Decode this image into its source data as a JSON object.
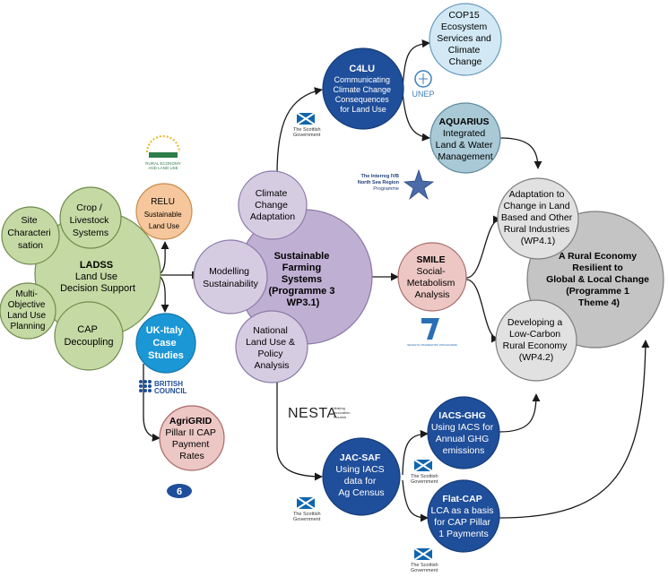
{
  "colors": {
    "green": "#c5d9a4",
    "green_stroke": "#6f8a4c",
    "purple_light": "#d6cce2",
    "purple_main": "#bfb0d3",
    "purple_stroke": "#8a79a6",
    "navy": "#1f4e9a",
    "navy_stroke": "#173d78",
    "sky": "#1b97d6",
    "peach": "#f6c79c",
    "peach_stroke": "#c98a4a",
    "pink": "#ecc7c4",
    "pink_stroke": "#a86a66",
    "lightblue": "#d2e9f5",
    "teal": "#a9c9d6",
    "grey_light": "#e1e1e1",
    "grey_main": "#c4c4c4",
    "grey_stroke": "#7d7d7d",
    "saltire_blue": "#0f65b0"
  },
  "nodes": {
    "ladss": {
      "lines": [
        "LADSS",
        "Land Use",
        "Decision Support"
      ]
    },
    "site": {
      "lines": [
        "Site",
        "Characteri",
        "sation"
      ]
    },
    "crop": {
      "lines": [
        "Crop /",
        "Livestock",
        "Systems"
      ]
    },
    "multi": {
      "lines": [
        "Multi-",
        "Objective",
        "Land Use",
        "Planning"
      ]
    },
    "cap": {
      "lines": [
        "CAP",
        "Decoupling"
      ]
    },
    "relu": {
      "lines": [
        "RELU",
        "Sustainable",
        "Land Use"
      ]
    },
    "ukitaly": {
      "lines": [
        "UK-Italy",
        "Case",
        "Studies"
      ]
    },
    "agrigrid": {
      "lines": [
        "AgriGRID",
        "Pillar II CAP",
        "Payment",
        "Rates"
      ]
    },
    "sfs": {
      "lines": [
        "Sustainable",
        "Farming",
        "Systems",
        "(Programme 3",
        "WP3.1)"
      ]
    },
    "cca": {
      "lines": [
        "Climate",
        "Change",
        "Adaptation"
      ]
    },
    "modelling": {
      "lines": [
        "Modelling",
        "Sustainability"
      ]
    },
    "national": {
      "lines": [
        "National",
        "Land Use &",
        "Policy",
        "Analysis"
      ]
    },
    "c4lu": {
      "lines": [
        "C4LU",
        "Communicating",
        "Climate Change",
        "Consequences",
        "for Land Use"
      ]
    },
    "cop15": {
      "lines": [
        "COP15",
        "Ecosystem",
        "Services and",
        "Climate",
        "Change"
      ]
    },
    "aquarius": {
      "lines": [
        "AQUARIUS",
        "Integrated",
        "Land & Water",
        "Management"
      ]
    },
    "smile": {
      "lines": [
        "SMILE",
        "Social-",
        "Metabolism",
        "Analysis"
      ]
    },
    "jacsaf": {
      "lines": [
        "JAC-SAF",
        "Using IACS",
        "data for",
        "Ag Census"
      ]
    },
    "iacsghg": {
      "lines": [
        "IACS-GHG",
        "Using IACS for",
        "Annual GHG",
        "emissions"
      ]
    },
    "flatcap": {
      "lines": [
        "Flat-CAP",
        "LCA as a basis",
        "for CAP Pillar",
        "1 Payments"
      ]
    },
    "rural": {
      "lines": [
        "A Rural Economy",
        "Resilient to",
        "Global & Local Change",
        "(Programme 1",
        "Theme 4)"
      ]
    },
    "adaptation": {
      "lines": [
        "Adaptation to",
        "Change in Land",
        "Based and Other",
        "Rural Industries",
        "(WP4.1)"
      ]
    },
    "lowcarbon": {
      "lines": [
        "Developing a",
        "Low-Carbon",
        "Rural Economy",
        "(WP4.2)"
      ]
    }
  },
  "logos": {
    "scottish_gov": [
      "The Scottish",
      "Government"
    ],
    "relu": [
      "RURAL ECONOMY",
      "AND LAND USE"
    ],
    "unep": "UNEP",
    "interreg": [
      "The Interreg IVB",
      "North Sea Region",
      "Programme"
    ],
    "british_council": [
      "BRITISH",
      "COUNCIL"
    ],
    "nesta": "NESTA",
    "nesta_tag": [
      "Making",
      "Innovation",
      "Flourish"
    ],
    "fp7": "SEVENTH FRAMEWORK PROGRAMME"
  }
}
